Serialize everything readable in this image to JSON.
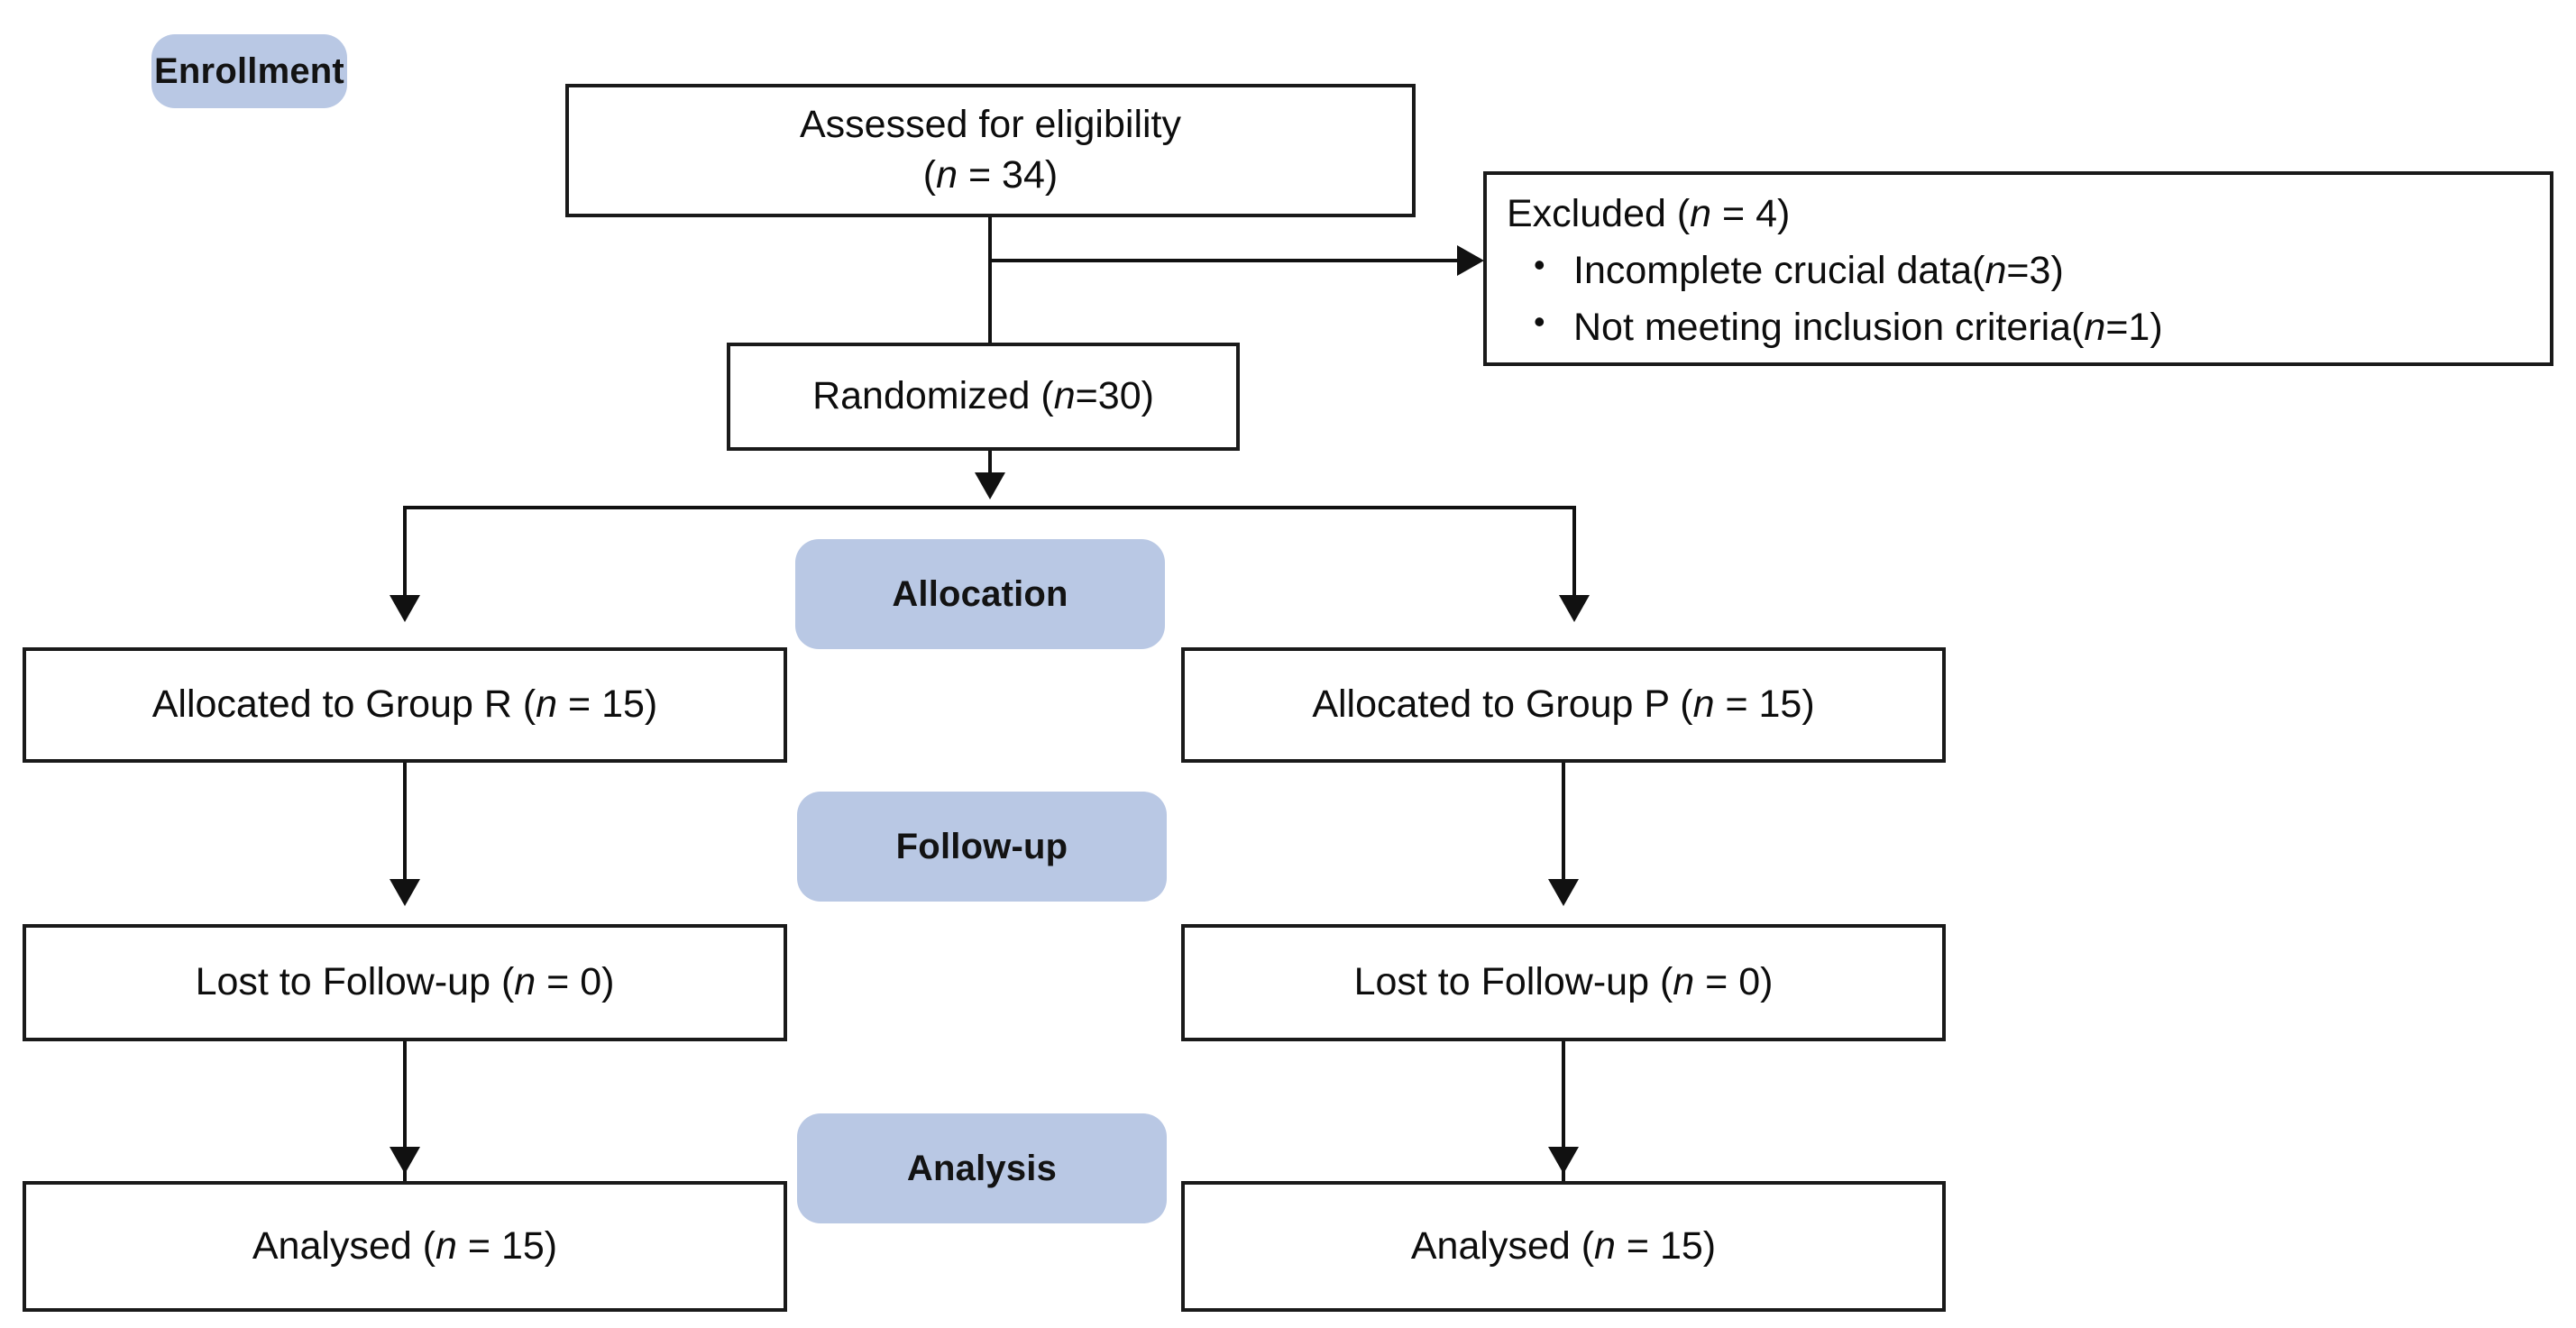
{
  "diagram": {
    "title": "CONSORT participant flow diagram",
    "colors": {
      "stage_label_fill": "#b9c8e4",
      "box_border": "#1a1a1a",
      "box_fill": "#ffffff",
      "connector": "#111111",
      "text": "#0d0d0d",
      "background": "#ffffff"
    }
  },
  "stages": {
    "enrollment": "Enrollment",
    "allocation": "Allocation",
    "followup": "Follow-up",
    "analysis": "Analysis"
  },
  "nodes": {
    "assessed": {
      "line1": "Assessed for eligibility",
      "line2_pre": "(",
      "line2_italic": "n",
      "line2_post": " = 34)"
    },
    "excluded": {
      "heading_pre": "Excluded (",
      "heading_italic": "n",
      "heading_post": " = 4)",
      "reasons": [
        {
          "text_pre": "Incomplete crucial data(",
          "italic": "n",
          "text_post": "=3)"
        },
        {
          "text_pre": "Not meeting inclusion criteria(",
          "italic": "n",
          "text_post": "=1)"
        }
      ]
    },
    "randomized": {
      "text_pre": "Randomized (",
      "italic": "n",
      "text_post": "=30)"
    },
    "allocated_left": {
      "text_pre": "Allocated to Group R (",
      "italic": "n",
      "text_post": " = 15)"
    },
    "allocated_right": {
      "text_pre": "Allocated to Group P (",
      "italic": "n",
      "text_post": " = 15)"
    },
    "lost_left": {
      "text_pre": "Lost to Follow-up (",
      "italic": "n",
      "text_post": " = 0)"
    },
    "lost_right": {
      "text_pre": "Lost to Follow-up (",
      "italic": "n",
      "text_post": " = 0)"
    },
    "analysed_left": {
      "text_pre": "Analysed (",
      "italic": "n",
      "text_post": " = 15)"
    },
    "analysed_right": {
      "text_pre": "Analysed (",
      "italic": "n",
      "text_post": " = 15)"
    }
  },
  "counts": {
    "assessed_n": 34,
    "excluded_n": 4,
    "excluded_incomplete_data_n": 3,
    "excluded_not_meeting_criteria_n": 1,
    "randomized_n": 30,
    "group_r_allocated_n": 15,
    "group_p_allocated_n": 15,
    "group_r_lost_n": 0,
    "group_p_lost_n": 0,
    "group_r_analysed_n": 15,
    "group_p_analysed_n": 15
  }
}
